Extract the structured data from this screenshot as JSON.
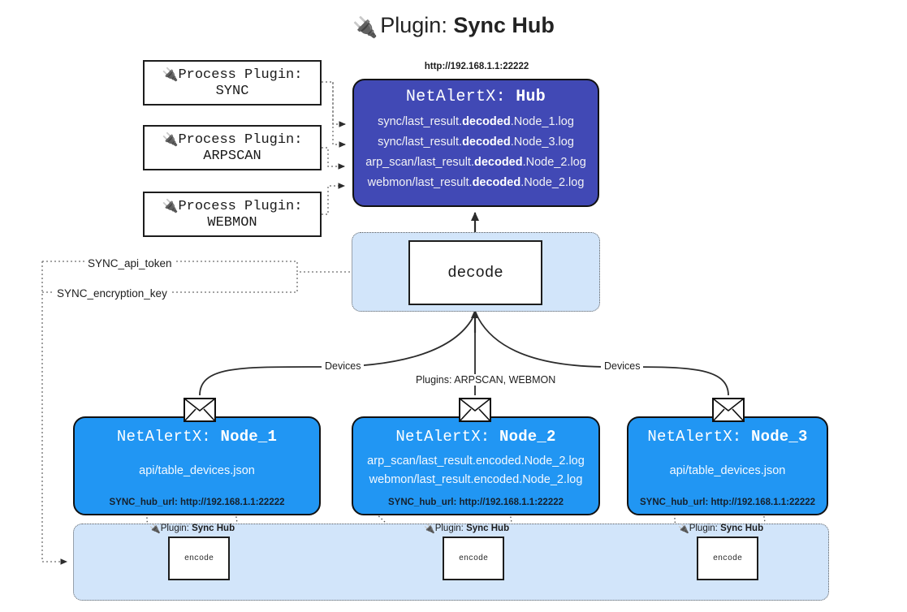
{
  "title": {
    "icon": "plug-icon",
    "lead": "Plugin: ",
    "name": "Sync Hub"
  },
  "process_plugins": [
    {
      "icon": "plug-icon",
      "line1": "Process Plugin:",
      "line2": "SYNC"
    },
    {
      "icon": "plug-icon",
      "line1": "Process Plugin:",
      "line2": "ARPSCAN"
    },
    {
      "icon": "plug-icon",
      "line1": "Process Plugin:",
      "line2": "WEBMON"
    }
  ],
  "hub": {
    "url": "http://192.168.1.1:22222",
    "title_prefix": "NetAlertX: ",
    "title_name": "Hub",
    "logs": [
      {
        "pre": "sync/last_result.",
        "bold": "decoded",
        "post": ".Node_1.log"
      },
      {
        "pre": "sync/last_result.",
        "bold": "decoded",
        "post": ".Node_3.log"
      },
      {
        "pre": "arp_scan/last_result.",
        "bold": "decoded",
        "post": ".Node_2.log"
      },
      {
        "pre": "webmon/last_result.",
        "bold": "decoded",
        "post": ".Node_2.log"
      }
    ],
    "color": "#4149b5"
  },
  "decode": {
    "label": "decode",
    "container_color": "#d2e5fa"
  },
  "config": {
    "api_token": "SYNC_api_token",
    "encryption_key": "SYNC_encryption_key"
  },
  "edges": {
    "devices_left": "Devices",
    "plugins_center": "Plugins: ARPSCAN, WEBMON",
    "devices_right": "Devices"
  },
  "nodes": [
    {
      "title_prefix": "NetAlertX: ",
      "title_name": "Node_1",
      "lines": [
        "api/table_devices.json"
      ],
      "footer": "SYNC_hub_url: http://192.168.1.1:22222",
      "color": "#2196f3"
    },
    {
      "title_prefix": "NetAlertX: ",
      "title_name": "Node_2",
      "lines": [
        "arp_scan/last_result.encoded.Node_2.log",
        "webmon/last_result.encoded.Node_2.log"
      ],
      "footer": "SYNC_hub_url: http://192.168.1.1:22222",
      "color": "#2196f3"
    },
    {
      "title_prefix": "NetAlertX: ",
      "title_name": "Node_3",
      "lines": [
        "api/table_devices.json"
      ],
      "footer": "SYNC_hub_url: http://192.168.1.1:22222",
      "color": "#2196f3"
    }
  ],
  "encoders": [
    {
      "icon": "plug-icon",
      "label_lead": "Plugin: ",
      "label_name": "Sync Hub",
      "box": "encode"
    },
    {
      "icon": "plug-icon",
      "label_lead": "Plugin: ",
      "label_name": "Sync Hub",
      "box": "encode"
    },
    {
      "icon": "plug-icon",
      "label_lead": "Plugin: ",
      "label_name": "Sync Hub",
      "box": "encode"
    }
  ]
}
